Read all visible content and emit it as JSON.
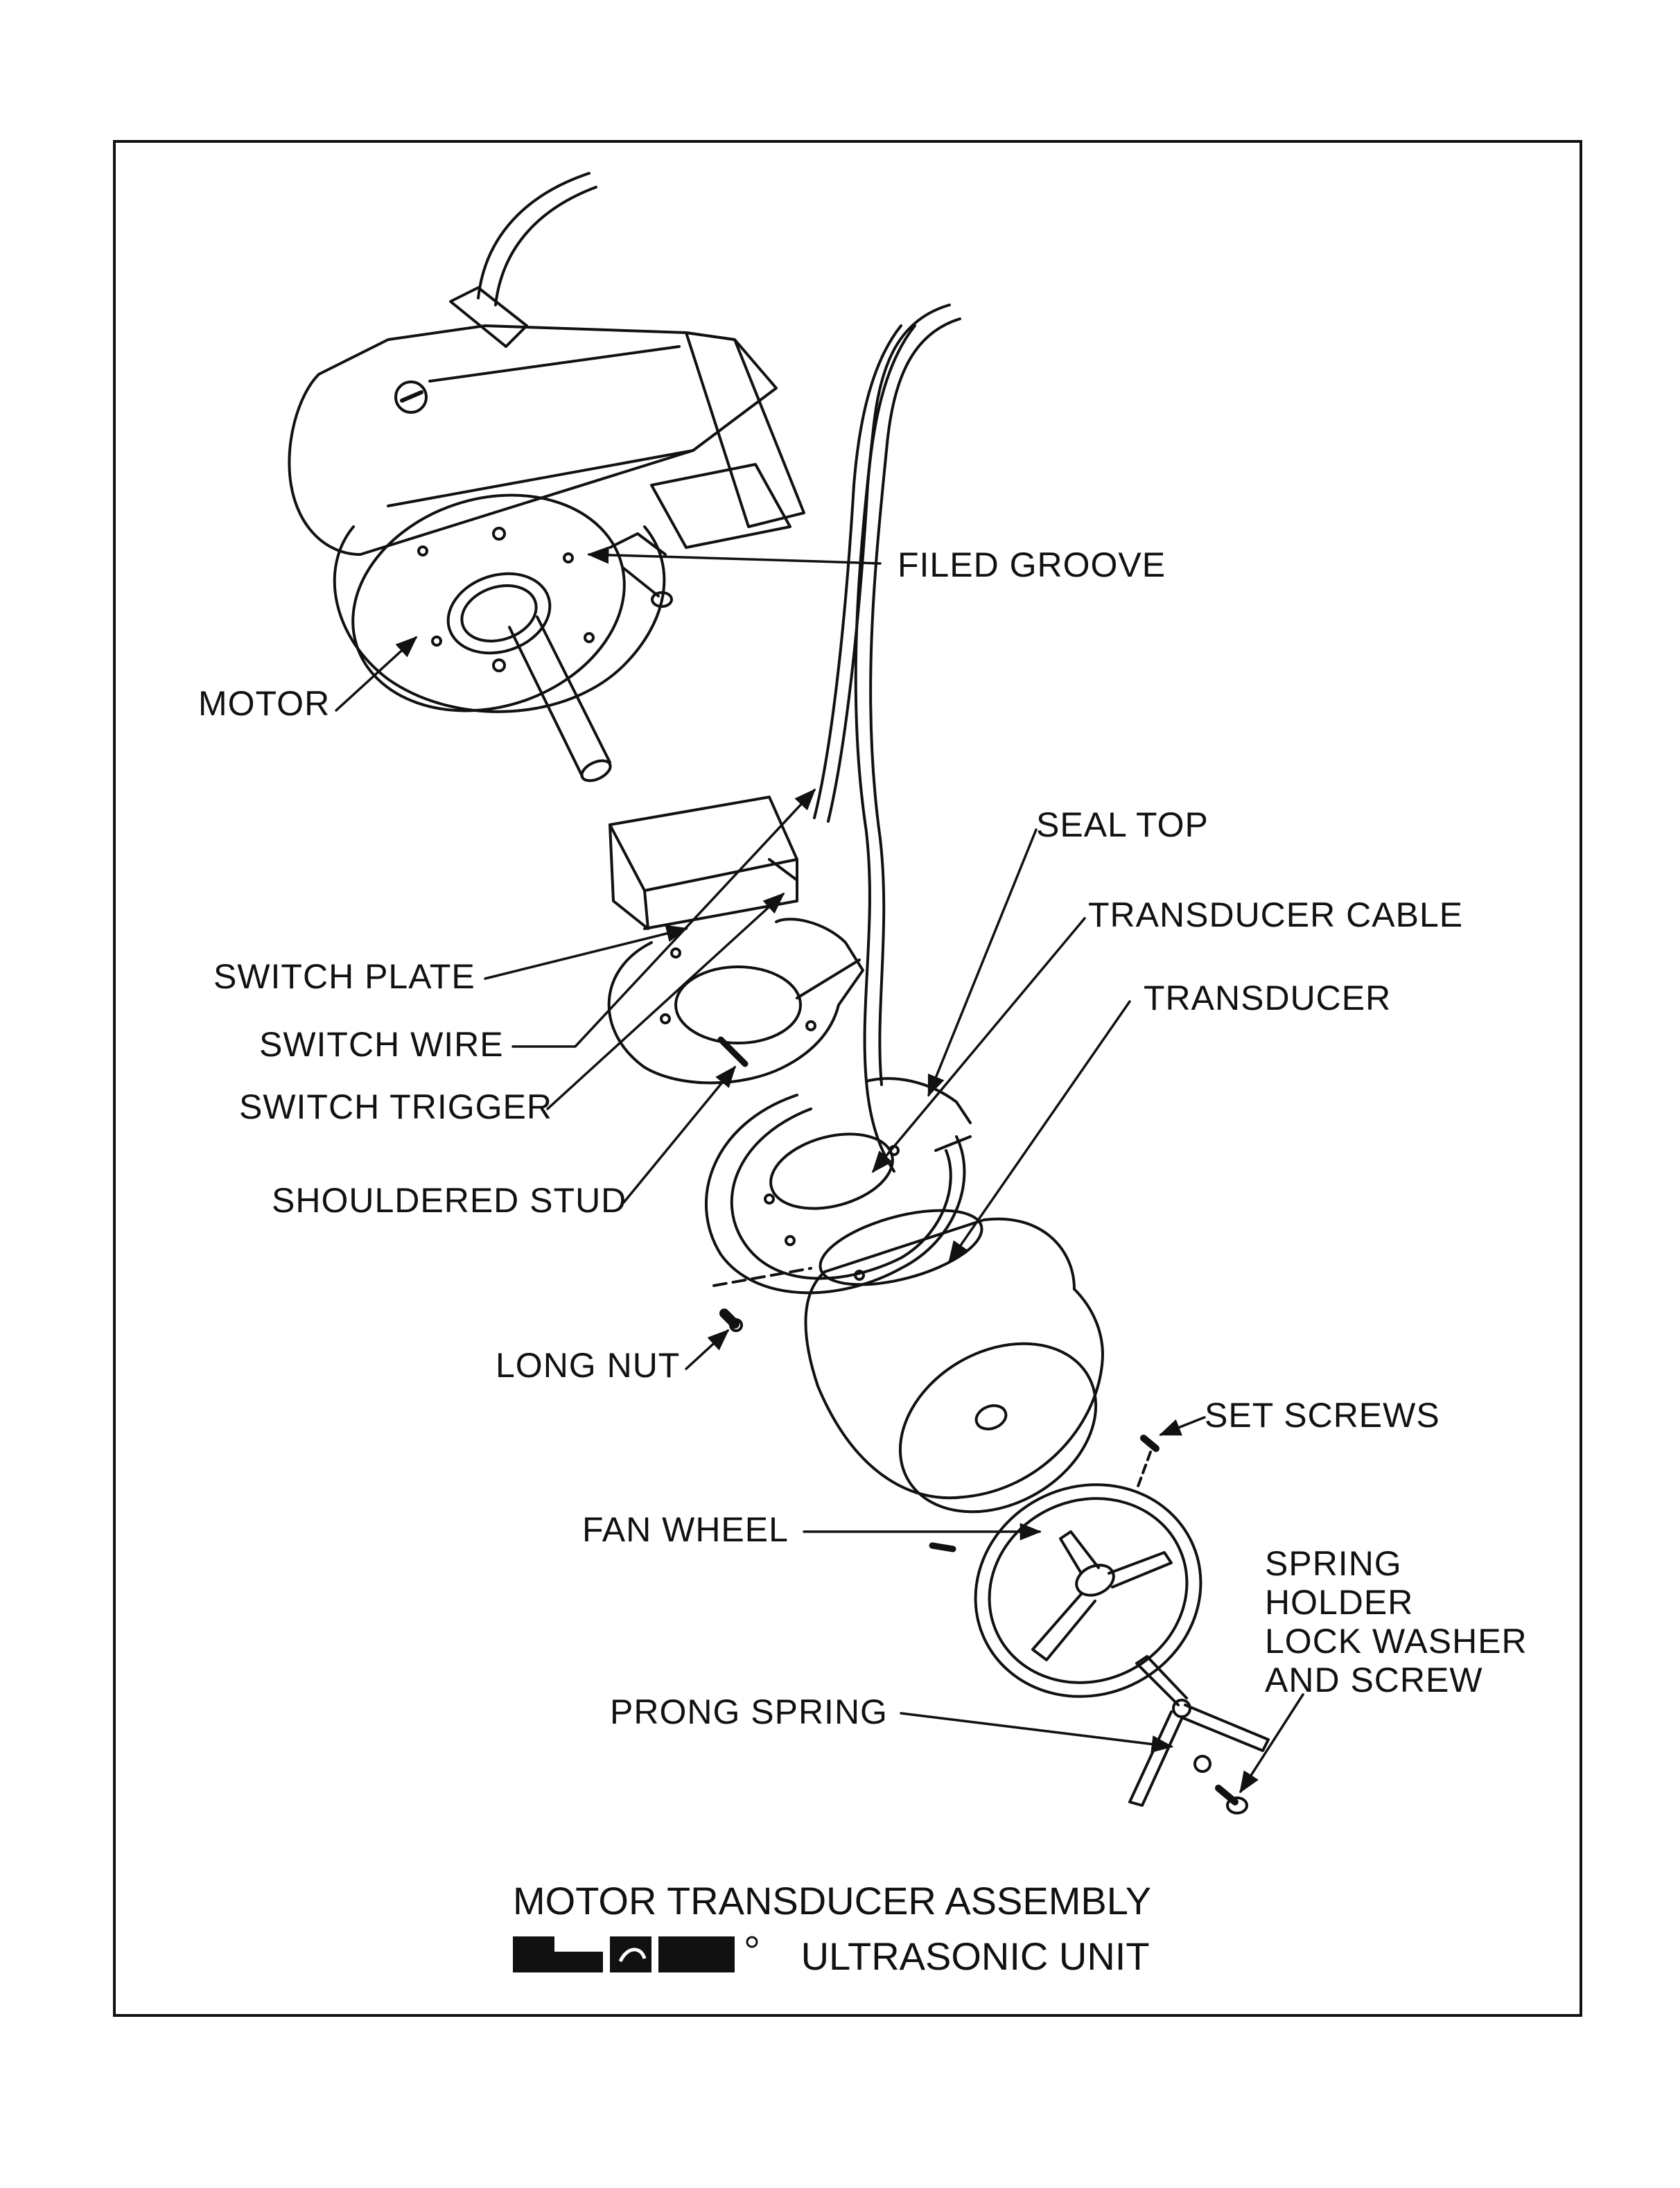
{
  "labels": {
    "filed_groove": "FILED GROOVE",
    "motor": "MOTOR",
    "seal_top": "SEAL TOP",
    "transducer_cable": "TRANSDUCER CABLE",
    "transducer": "TRANSDUCER",
    "switch_plate": "SWITCH PLATE",
    "switch_wire": "SWITCH WIRE",
    "switch_trigger": "SWITCH TRIGGER",
    "shouldered_stud": "SHOULDERED STUD",
    "long_nut": "LONG NUT",
    "set_screws": "SET SCREWS",
    "fan_wheel": "FAN WHEEL",
    "spring_holder": [
      "SPRING",
      "HOLDER",
      "LOCK WASHER",
      "AND SCREW"
    ],
    "prong_spring": "PRONG SPRING"
  },
  "caption": {
    "title": "MOTOR TRANSDUCER ASSEMBLY",
    "brand_mark": "L&R",
    "subtitle": "ULTRASONIC UNIT"
  }
}
